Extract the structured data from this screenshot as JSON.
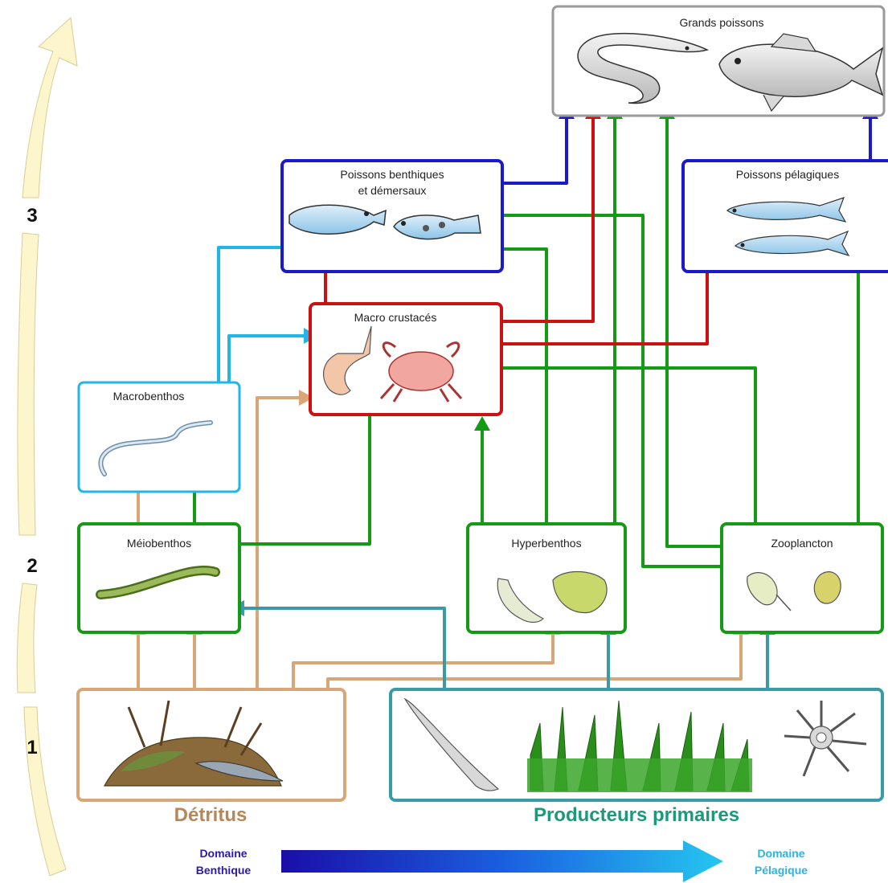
{
  "colors": {
    "blue": "#1a1acc",
    "red": "#cc1111",
    "green": "#159a15",
    "cyan": "#22b6e8",
    "tan": "#d9a678",
    "teal": "#3a9aa6",
    "detritus_text": "#b98658",
    "producers_text": "#1a9a7a",
    "benthic_text": "#2a1ab0",
    "pelagic_text": "#2ab4e4"
  },
  "levels": [
    "1",
    "2",
    "3"
  ],
  "boxes": {
    "grands_poissons": "Grands poissons",
    "poissons_benthiques_line1": "Poissons benthiques",
    "poissons_benthiques_line2": "et démersaux",
    "poissons_pelagiques": "Poissons pélagiques",
    "macro_crustaces": "Macro crustacés",
    "macrobenthos": "Macrobenthos",
    "meiobenthos": "Méiobenthos",
    "hyperbenthos": "Hyperbenthos",
    "zooplancton": "Zooplancton"
  },
  "detritus": "Détritus",
  "producteurs": "Producteurs primaires",
  "domain_benthic": [
    "Domaine",
    "Benthique"
  ],
  "domain_pelagic": [
    "Domaine",
    "Pélagique"
  ],
  "icons": [
    "eel-icon",
    "bass-fish-icon",
    "flatfish-icon",
    "goby-fish-icon",
    "anchovy-fish-icon",
    "shrimp-icon",
    "crab-icon",
    "worm-icon",
    "meiofauna-worm-icon",
    "mysid-icon",
    "amphipod-icon",
    "copepod-icon",
    "larva-icon",
    "detritus-pile-icon",
    "diatom-icon",
    "seagrass-icon",
    "star-diatom-icon"
  ]
}
